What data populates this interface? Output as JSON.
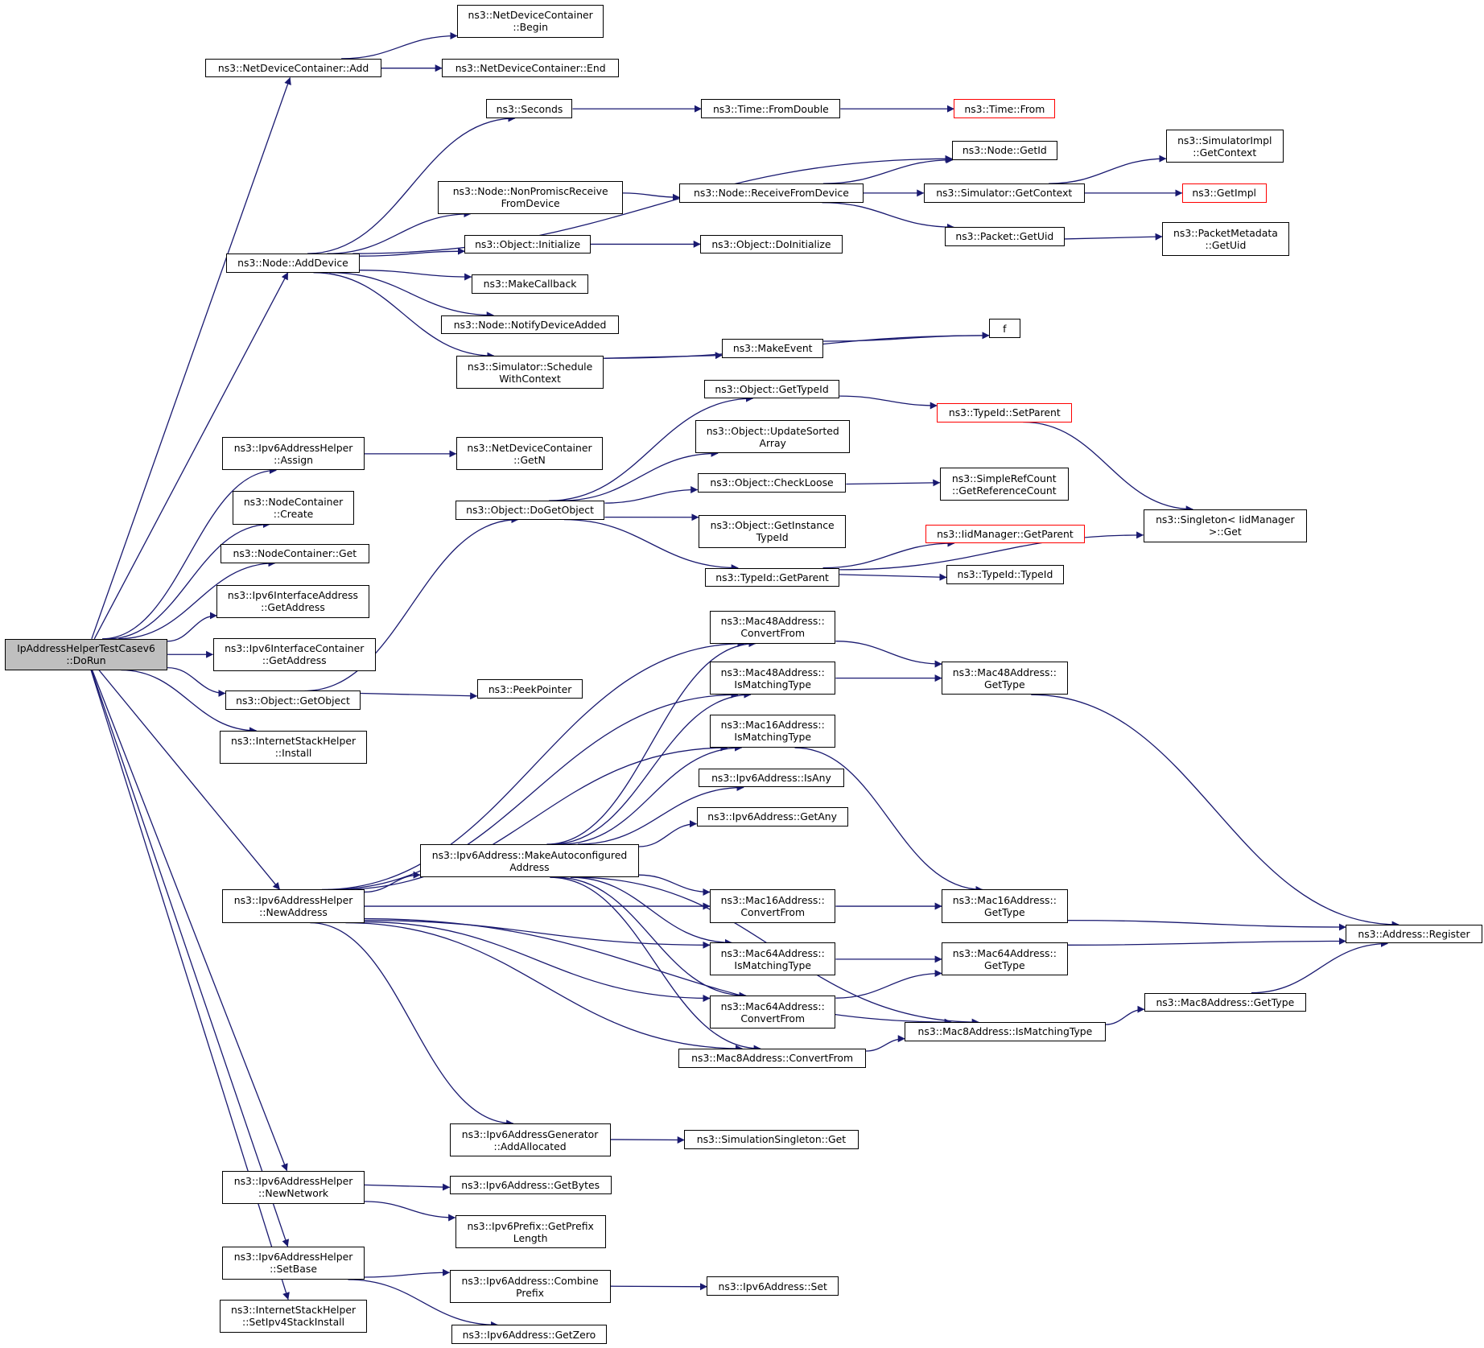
{
  "diagram": {
    "type": "call-graph",
    "edge_color": "#191970",
    "root_fill": "#bfbfbf",
    "missing_border_color": "#ff0000",
    "nodes": [
      {
        "id": "dorun",
        "label": "IpAddressHelperTestCasev6\n::DoRun",
        "style": "root"
      },
      {
        "id": "ndc_add",
        "label": "ns3::NetDeviceContainer::Add"
      },
      {
        "id": "ndc_begin",
        "label": "ns3::NetDeviceContainer\n::Begin"
      },
      {
        "id": "ndc_end",
        "label": "ns3::NetDeviceContainer::End"
      },
      {
        "id": "seconds",
        "label": "ns3::Seconds"
      },
      {
        "id": "time_fromdouble",
        "label": "ns3::Time::FromDouble"
      },
      {
        "id": "time_from",
        "label": "ns3::Time::From",
        "style": "red"
      },
      {
        "id": "node_getid",
        "label": "ns3::Node::GetId"
      },
      {
        "id": "node_nonpromisc",
        "label": "ns3::Node::NonPromiscReceive\nFromDevice"
      },
      {
        "id": "node_receive",
        "label": "ns3::Node::ReceiveFromDevice"
      },
      {
        "id": "sim_getcontext",
        "label": "ns3::Simulator::GetContext"
      },
      {
        "id": "simimpl_getcontext",
        "label": "ns3::SimulatorImpl\n::GetContext"
      },
      {
        "id": "getimpl",
        "label": "ns3::GetImpl",
        "style": "red"
      },
      {
        "id": "packet_getuid",
        "label": "ns3::Packet::GetUid"
      },
      {
        "id": "pktmeta_getuid",
        "label": "ns3::PacketMetadata\n::GetUid"
      },
      {
        "id": "node_adddevice",
        "label": "ns3::Node::AddDevice"
      },
      {
        "id": "obj_initialize",
        "label": "ns3::Object::Initialize"
      },
      {
        "id": "obj_doinitialize",
        "label": "ns3::Object::DoInitialize"
      },
      {
        "id": "makecallback",
        "label": "ns3::MakeCallback"
      },
      {
        "id": "node_notify",
        "label": "ns3::Node::NotifyDeviceAdded"
      },
      {
        "id": "f",
        "label": "f"
      },
      {
        "id": "sim_schedule",
        "label": "ns3::Simulator::Schedule\nWithContext"
      },
      {
        "id": "makeevent",
        "label": "ns3::MakeEvent"
      },
      {
        "id": "obj_gettypeid",
        "label": "ns3::Object::GetTypeId"
      },
      {
        "id": "typeid_setparent",
        "label": "ns3::TypeId::SetParent",
        "style": "red"
      },
      {
        "id": "obj_updatesorted",
        "label": "ns3::Object::UpdateSorted\nArray"
      },
      {
        "id": "ipv6helper_assign",
        "label": "ns3::Ipv6AddressHelper\n::Assign"
      },
      {
        "id": "ndc_getn",
        "label": "ns3::NetDeviceContainer\n::GetN"
      },
      {
        "id": "obj_checkloose",
        "label": "ns3::Object::CheckLoose"
      },
      {
        "id": "simplerefcount",
        "label": "ns3::SimpleRefCount\n::GetReferenceCount"
      },
      {
        "id": "nc_create",
        "label": "ns3::NodeContainer\n::Create"
      },
      {
        "id": "obj_dogetobject",
        "label": "ns3::Object::DoGetObject"
      },
      {
        "id": "singleton_get",
        "label": "ns3::Singleton< IidManager\n>::Get"
      },
      {
        "id": "obj_getinstance",
        "label": "ns3::Object::GetInstance\nTypeId"
      },
      {
        "id": "nc_get",
        "label": "ns3::NodeContainer::Get"
      },
      {
        "id": "iidmanager_getparent",
        "label": "ns3::IidManager::GetParent",
        "style": "red"
      },
      {
        "id": "typeid_getparent",
        "label": "ns3::TypeId::GetParent"
      },
      {
        "id": "typeid_typeid",
        "label": "ns3::TypeId::TypeId"
      },
      {
        "id": "ipv6ifaddr_getaddress",
        "label": "ns3::Ipv6InterfaceAddress\n::GetAddress"
      },
      {
        "id": "ipv6ifcont_getaddress",
        "label": "ns3::Ipv6InterfaceContainer\n::GetAddress"
      },
      {
        "id": "mac48_convertfrom",
        "label": "ns3::Mac48Address::\nConvertFrom"
      },
      {
        "id": "obj_getobject",
        "label": "ns3::Object::GetObject"
      },
      {
        "id": "peekpointer",
        "label": "ns3::PeekPointer"
      },
      {
        "id": "mac48_ismatching",
        "label": "ns3::Mac48Address::\nIsMatchingType"
      },
      {
        "id": "mac48_gettype",
        "label": "ns3::Mac48Address::\nGetType"
      },
      {
        "id": "ish_install",
        "label": "ns3::InternetStackHelper\n::Install"
      },
      {
        "id": "mac16_ismatching",
        "label": "ns3::Mac16Address::\nIsMatchingType"
      },
      {
        "id": "ipv6_isany",
        "label": "ns3::Ipv6Address::IsAny"
      },
      {
        "id": "ipv6_getany",
        "label": "ns3::Ipv6Address::GetAny"
      },
      {
        "id": "ipv6_makeauto",
        "label": "ns3::Ipv6Address::MakeAutoconfigured\nAddress"
      },
      {
        "id": "ipv6helper_newaddress",
        "label": "ns3::Ipv6AddressHelper\n::NewAddress"
      },
      {
        "id": "mac16_convertfrom",
        "label": "ns3::Mac16Address::\nConvertFrom"
      },
      {
        "id": "mac16_gettype",
        "label": "ns3::Mac16Address::\nGetType"
      },
      {
        "id": "address_register",
        "label": "ns3::Address::Register"
      },
      {
        "id": "mac64_ismatching",
        "label": "ns3::Mac64Address::\nIsMatchingType"
      },
      {
        "id": "mac64_gettype",
        "label": "ns3::Mac64Address::\nGetType"
      },
      {
        "id": "mac64_convertfrom",
        "label": "ns3::Mac64Address::\nConvertFrom"
      },
      {
        "id": "mac8_gettype",
        "label": "ns3::Mac8Address::GetType"
      },
      {
        "id": "mac8_ismatching",
        "label": "ns3::Mac8Address::IsMatchingType"
      },
      {
        "id": "mac8_convertfrom",
        "label": "ns3::Mac8Address::ConvertFrom"
      },
      {
        "id": "ipv6gen_addallocated",
        "label": "ns3::Ipv6AddressGenerator\n::AddAllocated"
      },
      {
        "id": "simsingleton_get",
        "label": "ns3::SimulationSingleton::Get"
      },
      {
        "id": "ipv6helper_newnetwork",
        "label": "ns3::Ipv6AddressHelper\n::NewNetwork"
      },
      {
        "id": "ipv6_getbytes",
        "label": "ns3::Ipv6Address::GetBytes"
      },
      {
        "id": "ipv6prefix_getlength",
        "label": "ns3::Ipv6Prefix::GetPrefix\nLength"
      },
      {
        "id": "ipv6helper_setbase",
        "label": "ns3::Ipv6AddressHelper\n::SetBase"
      },
      {
        "id": "ipv6_combineprefix",
        "label": "ns3::Ipv6Address::Combine\nPrefix"
      },
      {
        "id": "ipv6_set",
        "label": "ns3::Ipv6Address::Set"
      },
      {
        "id": "ish_setipv4",
        "label": "ns3::InternetStackHelper\n::SetIpv4StackInstall"
      },
      {
        "id": "ipv6_getzero",
        "label": "ns3::Ipv6Address::GetZero"
      }
    ],
    "edges": [
      [
        "dorun",
        "ndc_add"
      ],
      [
        "dorun",
        "node_adddevice"
      ],
      [
        "dorun",
        "ipv6helper_assign"
      ],
      [
        "dorun",
        "nc_create"
      ],
      [
        "dorun",
        "nc_get"
      ],
      [
        "dorun",
        "ipv6ifaddr_getaddress"
      ],
      [
        "dorun",
        "ipv6ifcont_getaddress"
      ],
      [
        "dorun",
        "obj_getobject"
      ],
      [
        "dorun",
        "ish_install"
      ],
      [
        "dorun",
        "ipv6helper_newaddress"
      ],
      [
        "dorun",
        "ipv6helper_newnetwork"
      ],
      [
        "dorun",
        "ipv6helper_setbase"
      ],
      [
        "dorun",
        "ish_setipv4"
      ],
      [
        "ndc_add",
        "ndc_begin"
      ],
      [
        "ndc_add",
        "ndc_end"
      ],
      [
        "node_adddevice",
        "seconds"
      ],
      [
        "node_adddevice",
        "node_getid"
      ],
      [
        "node_adddevice",
        "node_nonpromisc"
      ],
      [
        "node_adddevice",
        "obj_initialize"
      ],
      [
        "node_adddevice",
        "makecallback"
      ],
      [
        "node_adddevice",
        "node_notify"
      ],
      [
        "node_adddevice",
        "sim_schedule"
      ],
      [
        "seconds",
        "time_fromdouble"
      ],
      [
        "time_fromdouble",
        "time_from"
      ],
      [
        "node_nonpromisc",
        "node_receive"
      ],
      [
        "node_receive",
        "node_getid"
      ],
      [
        "node_receive",
        "sim_getcontext"
      ],
      [
        "node_receive",
        "packet_getuid"
      ],
      [
        "sim_getcontext",
        "simimpl_getcontext"
      ],
      [
        "sim_getcontext",
        "getimpl"
      ],
      [
        "packet_getuid",
        "pktmeta_getuid"
      ],
      [
        "obj_initialize",
        "obj_doinitialize"
      ],
      [
        "sim_schedule",
        "f"
      ],
      [
        "sim_schedule",
        "makeevent"
      ],
      [
        "makeevent",
        "f"
      ],
      [
        "ipv6helper_assign",
        "ndc_getn"
      ],
      [
        "obj_getobject",
        "obj_dogetobject"
      ],
      [
        "obj_getobject",
        "peekpointer"
      ],
      [
        "obj_dogetobject",
        "obj_gettypeid"
      ],
      [
        "obj_dogetobject",
        "obj_updatesorted"
      ],
      [
        "obj_dogetobject",
        "obj_checkloose"
      ],
      [
        "obj_dogetobject",
        "obj_getinstance"
      ],
      [
        "obj_dogetobject",
        "typeid_getparent"
      ],
      [
        "obj_gettypeid",
        "typeid_setparent"
      ],
      [
        "typeid_setparent",
        "singleton_get"
      ],
      [
        "obj_checkloose",
        "simplerefcount"
      ],
      [
        "typeid_getparent",
        "iidmanager_getparent"
      ],
      [
        "typeid_getparent",
        "typeid_typeid"
      ],
      [
        "typeid_getparent",
        "singleton_get"
      ],
      [
        "ipv6helper_newaddress",
        "mac48_convertfrom"
      ],
      [
        "ipv6helper_newaddress",
        "mac48_ismatching"
      ],
      [
        "ipv6helper_newaddress",
        "mac16_ismatching"
      ],
      [
        "ipv6helper_newaddress",
        "ipv6_makeauto"
      ],
      [
        "ipv6helper_newaddress",
        "mac16_convertfrom"
      ],
      [
        "ipv6helper_newaddress",
        "mac64_ismatching"
      ],
      [
        "ipv6helper_newaddress",
        "mac64_convertfrom"
      ],
      [
        "ipv6helper_newaddress",
        "mac8_convertfrom"
      ],
      [
        "ipv6helper_newaddress",
        "mac8_ismatching"
      ],
      [
        "ipv6helper_newaddress",
        "ipv6gen_addallocated"
      ],
      [
        "ipv6_makeauto",
        "mac48_convertfrom"
      ],
      [
        "ipv6_makeauto",
        "mac48_ismatching"
      ],
      [
        "ipv6_makeauto",
        "mac16_ismatching"
      ],
      [
        "ipv6_makeauto",
        "ipv6_isany"
      ],
      [
        "ipv6_makeauto",
        "ipv6_getany"
      ],
      [
        "ipv6_makeauto",
        "mac16_convertfrom"
      ],
      [
        "ipv6_makeauto",
        "mac64_ismatching"
      ],
      [
        "ipv6_makeauto",
        "mac64_convertfrom"
      ],
      [
        "ipv6_makeauto",
        "mac8_convertfrom"
      ],
      [
        "ipv6_makeauto",
        "mac8_ismatching"
      ],
      [
        "mac48_convertfrom",
        "mac48_gettype"
      ],
      [
        "mac48_ismatching",
        "mac48_gettype"
      ],
      [
        "mac48_gettype",
        "address_register"
      ],
      [
        "mac16_ismatching",
        "mac16_gettype"
      ],
      [
        "mac16_convertfrom",
        "mac16_gettype"
      ],
      [
        "mac16_gettype",
        "address_register"
      ],
      [
        "mac64_ismatching",
        "mac64_gettype"
      ],
      [
        "mac64_convertfrom",
        "mac64_gettype"
      ],
      [
        "mac64_gettype",
        "address_register"
      ],
      [
        "mac8_convertfrom",
        "mac8_ismatching"
      ],
      [
        "mac8_ismatching",
        "mac8_gettype"
      ],
      [
        "mac8_gettype",
        "address_register"
      ],
      [
        "ipv6gen_addallocated",
        "simsingleton_get"
      ],
      [
        "ipv6helper_newnetwork",
        "ipv6_getbytes"
      ],
      [
        "ipv6helper_newnetwork",
        "ipv6prefix_getlength"
      ],
      [
        "ipv6helper_setbase",
        "ipv6_combineprefix"
      ],
      [
        "ipv6helper_setbase",
        "ipv6_getzero"
      ],
      [
        "ipv6_combineprefix",
        "ipv6_set"
      ]
    ]
  }
}
